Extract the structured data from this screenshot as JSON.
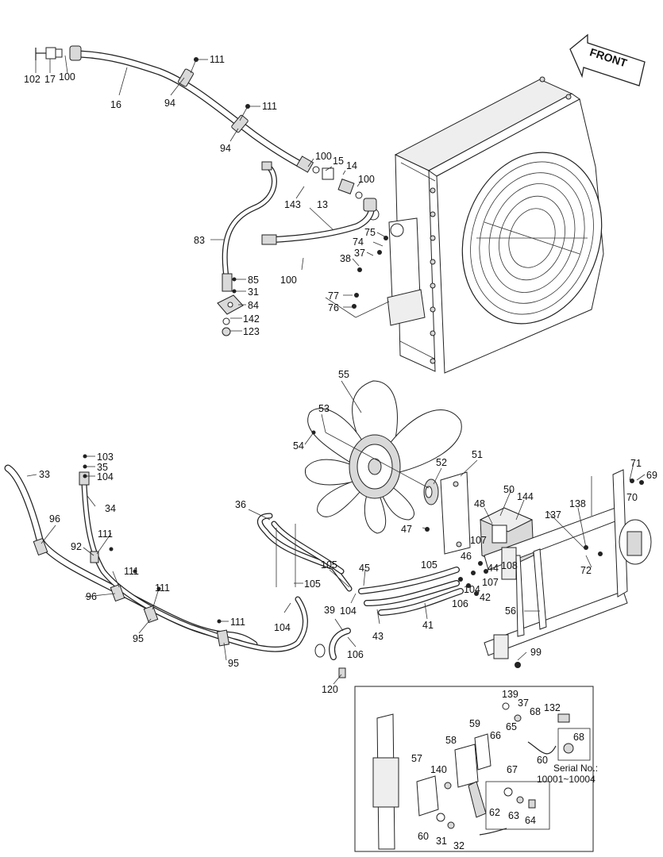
{
  "diagram": {
    "front_label": "FRONT",
    "serial_note_line1": "Serial No.:",
    "serial_note_line2": "10001~10004",
    "callouts": {
      "c102": "102",
      "c17": "17",
      "c100a": "100",
      "c16": "16",
      "c94a": "94",
      "c111a": "111",
      "c111b": "111",
      "c94b": "94",
      "c100b": "100",
      "c15": "15",
      "c14": "14",
      "c100c": "100",
      "c143": "143",
      "c13": "13",
      "c83": "83",
      "c75": "75",
      "c74": "74",
      "c37a": "37",
      "c38": "38",
      "c100d": "100",
      "c85": "85",
      "c31a": "31",
      "c84": "84",
      "c142": "142",
      "c123": "123",
      "c77": "77",
      "c76": "76",
      "c55": "55",
      "c53": "53",
      "c54": "54",
      "c52": "52",
      "c51": "51",
      "c33": "33",
      "c103": "103",
      "c35": "35",
      "c104a": "104",
      "c34": "34",
      "c96a": "96",
      "c111c": "111",
      "c92": "92",
      "c111d": "111",
      "c96b": "96",
      "c111e": "111",
      "c95a": "95",
      "c111f": "111",
      "c95b": "95",
      "c36": "36",
      "c105a": "105",
      "c105b": "105",
      "c104b": "104",
      "c45": "45",
      "c39": "39",
      "c104c": "104",
      "c43": "43",
      "c41": "41",
      "c106a": "106",
      "c120": "120",
      "c50": "50",
      "c48": "48",
      "c144": "144",
      "c47": "47",
      "c107a": "107",
      "c46": "46",
      "c105c": "105",
      "c44": "44",
      "c108": "108",
      "c107b": "107",
      "c104d": "104",
      "c42": "42",
      "c106b": "106",
      "c137": "137",
      "c138": "138",
      "c71": "71",
      "c69": "69",
      "c70": "70",
      "c72": "72",
      "c56": "56",
      "c99": "99",
      "c139": "139",
      "c37b": "37",
      "c68a": "68",
      "c132": "132",
      "c65": "65",
      "c59": "59",
      "c66": "66",
      "c58": "58",
      "c60a": "60",
      "c68b": "68",
      "c67": "67",
      "c57": "57",
      "c140": "140",
      "c62": "62",
      "c63": "63",
      "c64": "64",
      "c60b": "60",
      "c31b": "31",
      "c32": "32"
    }
  }
}
